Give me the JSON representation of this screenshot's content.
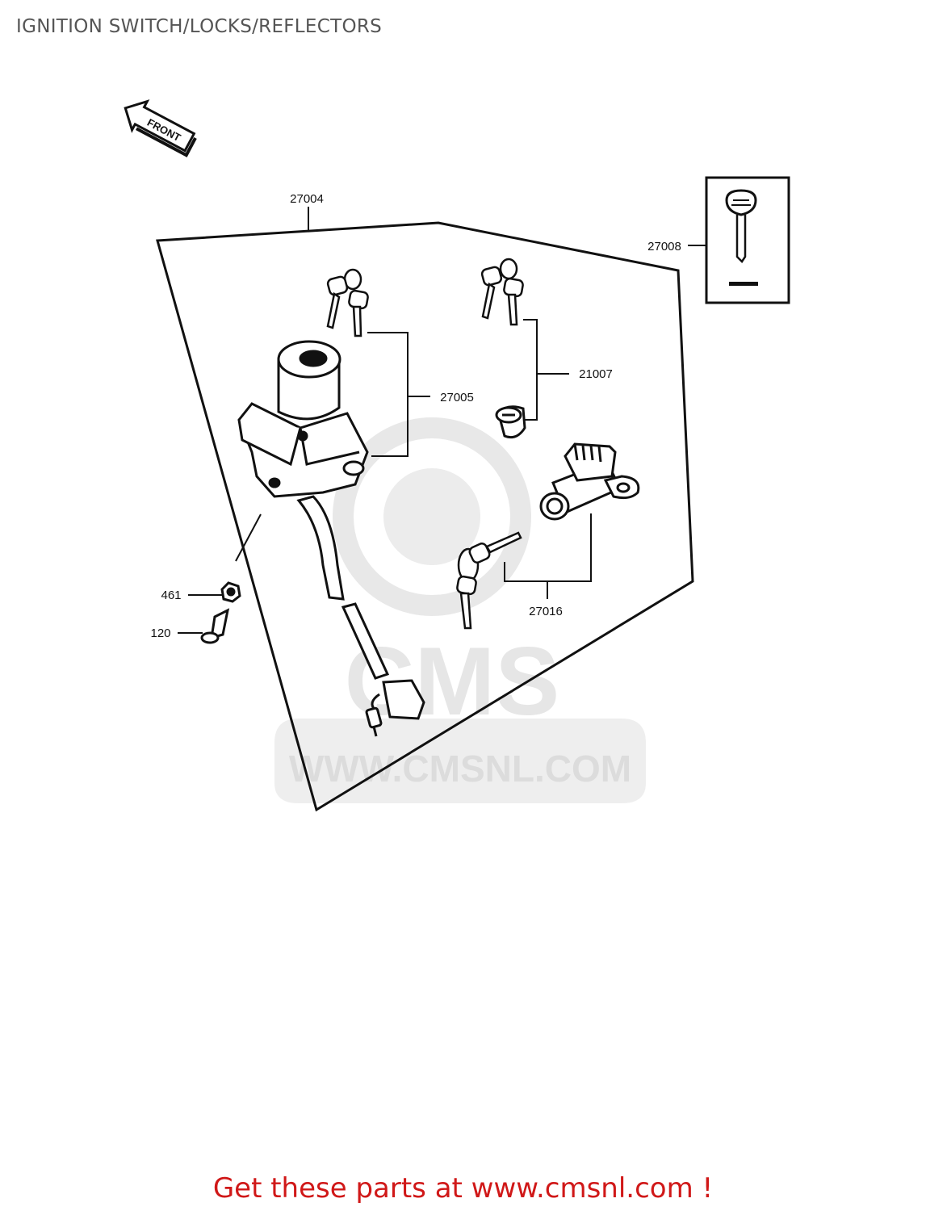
{
  "page": {
    "title": "IGNITION SWITCH/LOCKS/REFLECTORS",
    "cta_text": "Get these parts at www.cmsnl.com !"
  },
  "diagram": {
    "front_label": "FRONT",
    "watermark_text": "WWW.CMSNL.COM",
    "watermark_logo": "CMS",
    "parts": {
      "p27004": "27004",
      "p27008": "27008",
      "p27005": "27005",
      "p21007": "21007",
      "p27016": "27016",
      "p461": "461",
      "p120": "120"
    }
  },
  "colors": {
    "title": "#555555",
    "cta": "#d01818",
    "line": "#111111",
    "watermark": "#e6e6e6"
  }
}
